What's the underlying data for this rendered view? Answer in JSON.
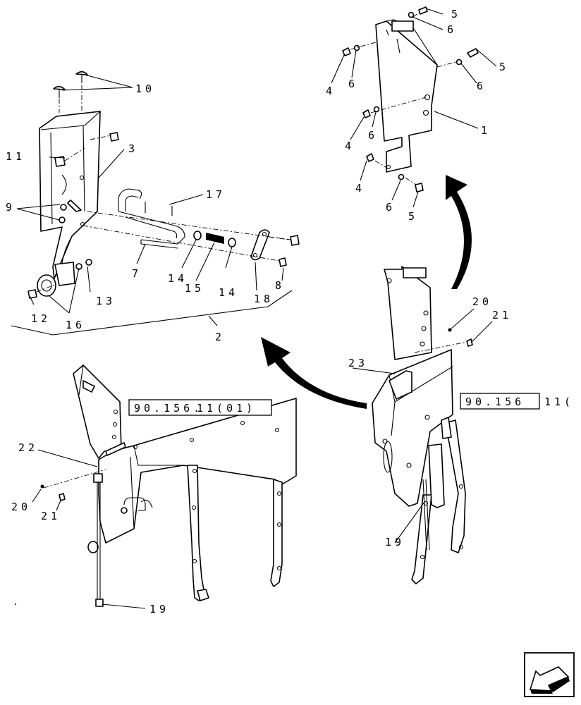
{
  "callouts": {
    "c1": "1",
    "c2": "2",
    "c3": "3",
    "c4a": "4",
    "c4b": "4",
    "c4c": "4",
    "c5a": "5",
    "c5b": "5",
    "c5c": "5",
    "c6a": "6",
    "c6b": "6",
    "c6c": "6",
    "c6d": "6",
    "c6e": "6",
    "c7": "7",
    "c8": "8",
    "c9": "9",
    "c10": "10",
    "c11": "11",
    "c12": "12",
    "c13": "13",
    "c14a": "14",
    "c14b": "14",
    "c15": "15",
    "c16": "16",
    "c17": "17",
    "c18": "18",
    "c19a": "19",
    "c19b": "19",
    "c20a": "20",
    "c20b": "20",
    "c21a": "21",
    "c21b": "21",
    "c22": "22",
    "c23": "23"
  },
  "references": {
    "left_ref_boxed": "90.156.",
    "left_ref_suffix": "11(01)",
    "right_ref_boxed": "90.156",
    "right_ref_suffix": "11("
  },
  "nav_icon": "return-arrow-icon"
}
